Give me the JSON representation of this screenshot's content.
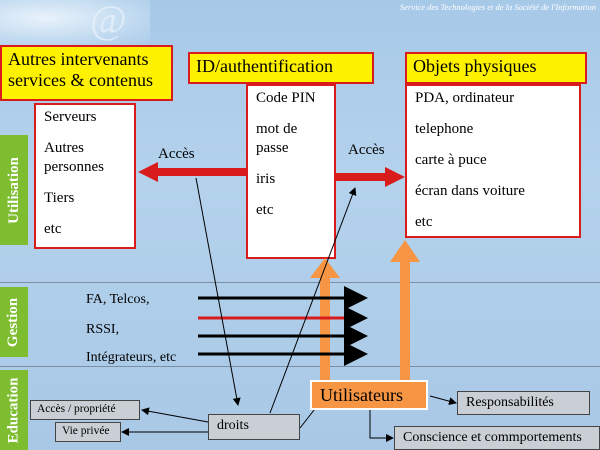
{
  "header": "Service des Technologies et de la Société de l'Information",
  "boxes": {
    "autres_title": "Autres intervenants services & contenus",
    "id_title": "ID/authentification",
    "objets_title": "Objets physiques",
    "autres_items": [
      "Serveurs",
      "Autres personnes",
      "Tiers",
      "etc"
    ],
    "id_items": [
      "Code PIN",
      "mot de passe",
      "iris",
      "etc"
    ],
    "objets_items": [
      "PDA, ordinateur",
      "telephone",
      "carte à puce",
      "écran dans voiture",
      "etc"
    ]
  },
  "arrows": {
    "acces_left": "Accès",
    "acces_right": "Accès"
  },
  "sections": {
    "utilisation": "Utilisation",
    "gestion": "Gestion",
    "education": "Education"
  },
  "gestion_items": [
    "FA, Telcos,",
    "RSSI,",
    "Intégrateurs, etc"
  ],
  "bottom": {
    "utilisateurs": "Utilisateurs",
    "responsabilites": "Responsabilités",
    "conscience": "Conscience et commportements",
    "droits": "droits",
    "acces_propriete": "Accès / propriété",
    "vie_privee": "Vie privée"
  },
  "colors": {
    "red": "#d81b1b",
    "orange": "#f69543",
    "yellow": "#fff200",
    "green": "#7dbd2f"
  }
}
